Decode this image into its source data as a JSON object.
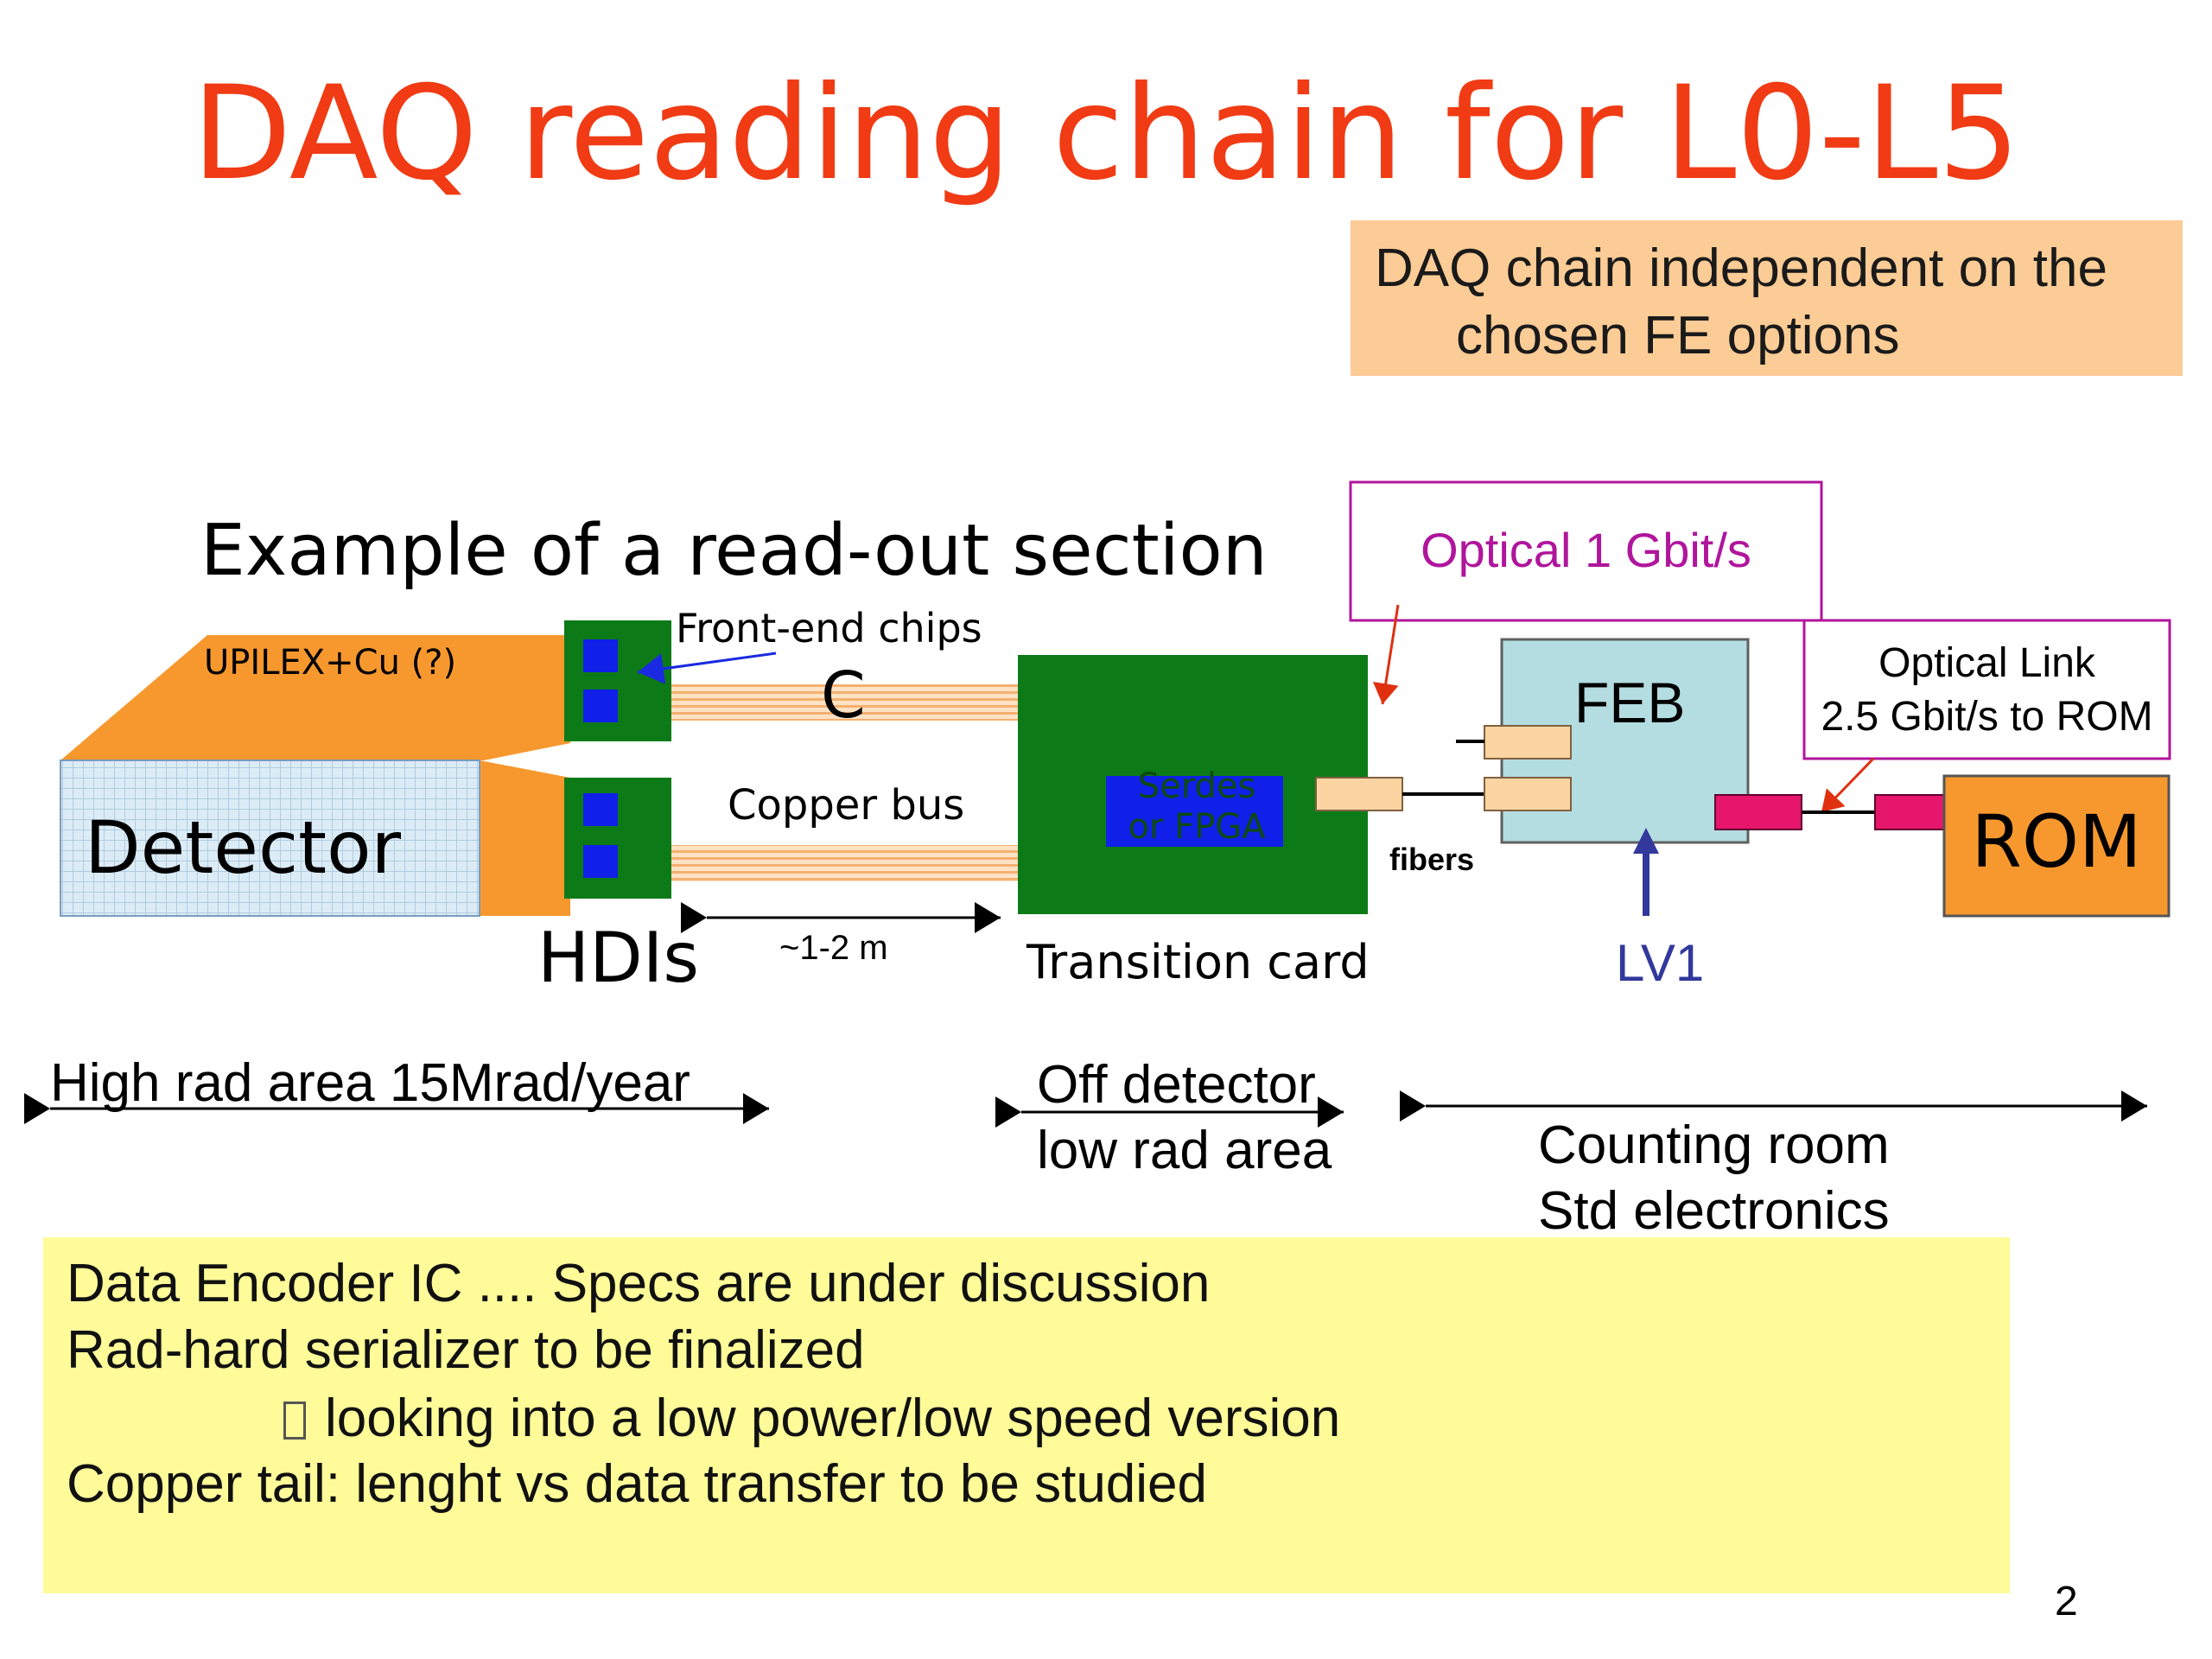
{
  "title": "DAQ reading chain for L0-L5",
  "note": {
    "line1": "DAQ chain independent on the",
    "line2": "chosen FE options"
  },
  "diagram": {
    "section_title": "Example of a read-out section",
    "upilex_label": "UPILEX+Cu (?)",
    "detector_label": "Detector",
    "front_end_label": "Front-end chips",
    "c_label": "C",
    "copper_bus_label": "Copper bus",
    "hdis_label": "HDIs",
    "length_label": "~1-2 m",
    "serdes_line1": "Serdes",
    "serdes_line2": "or FPGA",
    "transition_card_label": "Transition card",
    "optical_label": "Optical 1 Gbit/s",
    "fibers_label": "fibers",
    "feb_label": "FEB",
    "lv1_label": "LV1",
    "optical_link_line1": "Optical Link",
    "optical_link_line2": "2.5 Gbit/s to ROM",
    "rom_label": "ROM"
  },
  "areas": {
    "high_rad": "High rad area 15Mrad/year",
    "off_detector_line1": "Off detector",
    "off_detector_line2": "low rad area",
    "counting_room_line1": "Counting room",
    "counting_room_line2": "Std electronics"
  },
  "notes_box": {
    "line1": "Data Encoder IC .... Specs are under discussion",
    "line2": "Rad-hard serializer to be finalized",
    "line3_icon": "missing-glyph-box",
    "line3": "looking into a low power/low speed version",
    "line4": "Copper tail: lenght vs data transfer to be studied"
  },
  "page_number": "2",
  "colors": {
    "title": "#f03b14",
    "orange_fill": "#f7982e",
    "green_board": "#0d7a18",
    "blue_chip": "#1020e8",
    "feb_fill": "#b3dde0",
    "optical_magenta": "#b0159c",
    "connector": "#fbd4a2",
    "pink_connector": "#e5166b",
    "rom_fill": "#f7982e",
    "lv1_blue": "#32389c",
    "note_fill": "#fccc96",
    "yellow_fill": "#fffb99"
  }
}
